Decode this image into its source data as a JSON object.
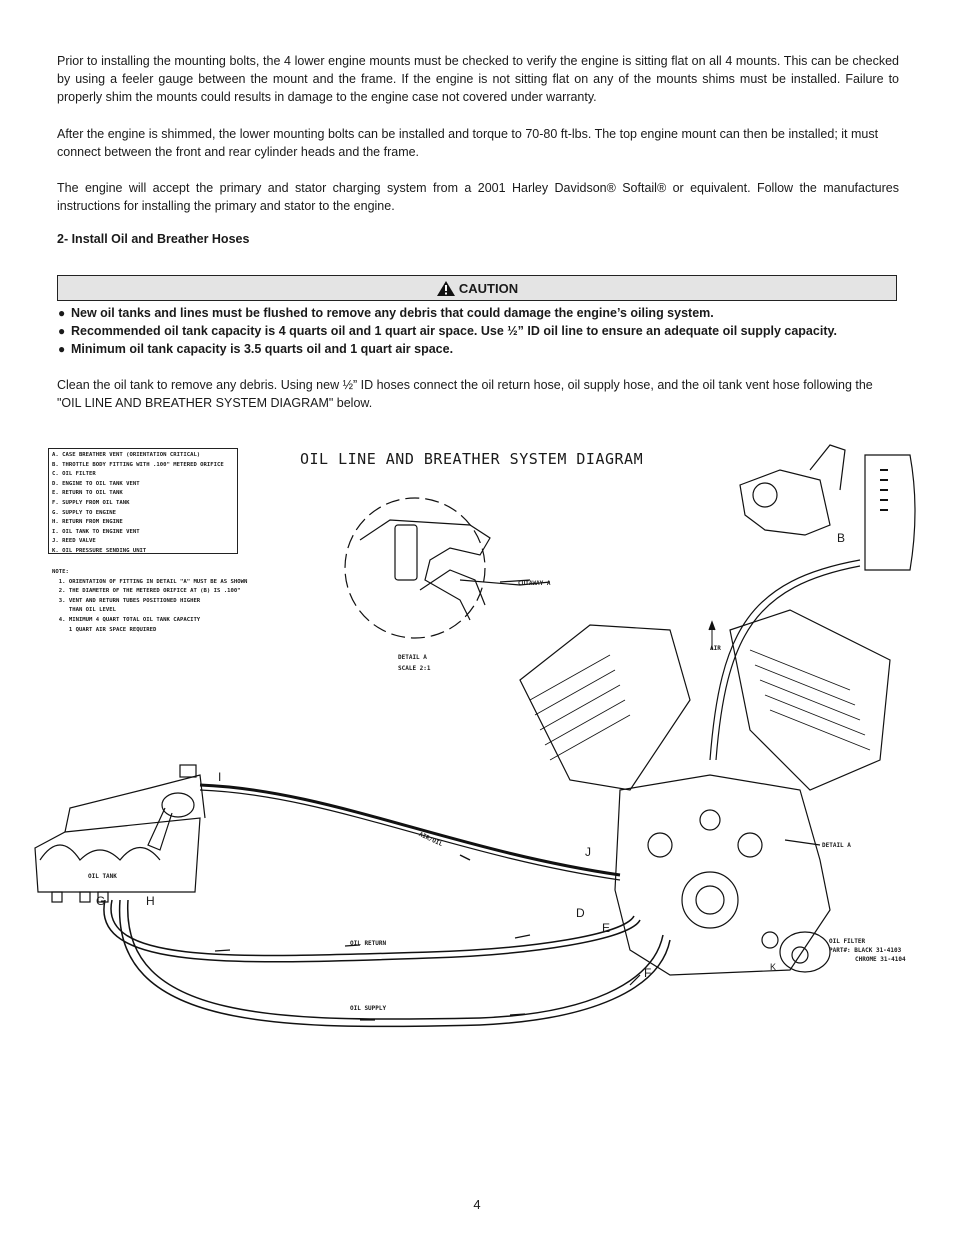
{
  "paragraphs": {
    "p1": "Prior to installing the mounting bolts, the 4 lower engine mounts must be checked to verify the engine is sitting flat on all 4 mounts. This can be checked by using a feeler gauge between the mount and the frame. If the engine is not sitting flat on any of the mounts shims must be installed. Failure to properly shim the mounts could results in damage to the engine case not covered under warranty.",
    "p2": "After the engine is shimmed, the lower mounting bolts can be installed and torque to 70-80 ft-lbs. The top engine mount can then be installed; it must connect between the front and rear cylinder heads and the frame.",
    "p3": "The engine will accept the primary and stator charging system from a 2001 Harley Davidson® Softail® or equivalent. Follow the manufactures instructions for installing the primary and stator to the engine."
  },
  "section_heading": "2-  Install Oil and Breather Hoses",
  "caution": {
    "label": "CAUTION",
    "items": [
      "New oil tanks and lines must be flushed to remove any debris that could damage the engine’s oiling system.",
      "Recommended oil tank capacity is 4 quarts oil and 1 quart air space. Use ½” ID oil line to ensure an adequate oil supply capacity.",
      "Minimum oil tank capacity is 3.5 quarts oil and 1 quart air space."
    ]
  },
  "clean_paragraph": "Clean the oil tank to remove any debris. Using new ½” ID hoses connect the oil return hose, oil supply hose, and the oil tank vent hose following the \"OIL LINE AND BREATHER SYSTEM DIAGRAM\" below.",
  "diagram": {
    "title": "OIL LINE AND BREATHER SYSTEM DIAGRAM",
    "legend": [
      "A. CASE BREATHER VENT (ORIENTATION CRITICAL)",
      "B. THROTTLE BODY FITTING WITH .100\" METERED ORIFICE",
      "C. OIL FILTER",
      "D. ENGINE TO OIL TANK VENT",
      "E. RETURN TO OIL TANK",
      "F. SUPPLY FROM OIL TANK",
      "G. SUPPLY TO ENGINE",
      "H. RETURN FROM ENGINE",
      "I. OIL TANK TO ENGINE VENT",
      "J. REED VALVE",
      "K. OIL PRESSURE SENDING UNIT"
    ],
    "notes": [
      "NOTE:",
      "  1. ORIENTATION OF FITTING IN DETAIL \"A\" MUST BE AS SHOWN",
      "  2. THE DIAMETER OF THE METERED ORIFICE AT (B) IS .100\"",
      "  3. VENT AND RETURN TUBES POSITIONED HIGHER",
      "     THAN OIL LEVEL",
      "  4. MINIMUM 4 QUART TOTAL OIL TANK CAPACITY",
      "     1 QUART AIR SPACE REQUIRED"
    ],
    "labels": {
      "cutaway": "CUTAWAY A",
      "detail_a": "DETAIL A",
      "scale": "SCALE 2:1",
      "air": "AIR",
      "air_oil": "AIR/OIL",
      "oil_tank": "OIL TANK",
      "oil_return": "OIL RETURN",
      "oil_supply": "OIL SUPPLY",
      "detail_a_right": "DETAIL A",
      "oil_filter": "OIL FILTER",
      "part_black": "PART#: BLACK 31-4103",
      "part_chrome": "CHROME 31-4104",
      "letter_b": "B",
      "letter_i": "I",
      "letter_j": "J",
      "letter_g": "G",
      "letter_h": "H",
      "letter_d": "D",
      "letter_e": "E",
      "letter_f": "F",
      "letter_k": "K"
    }
  },
  "page_number": "4"
}
